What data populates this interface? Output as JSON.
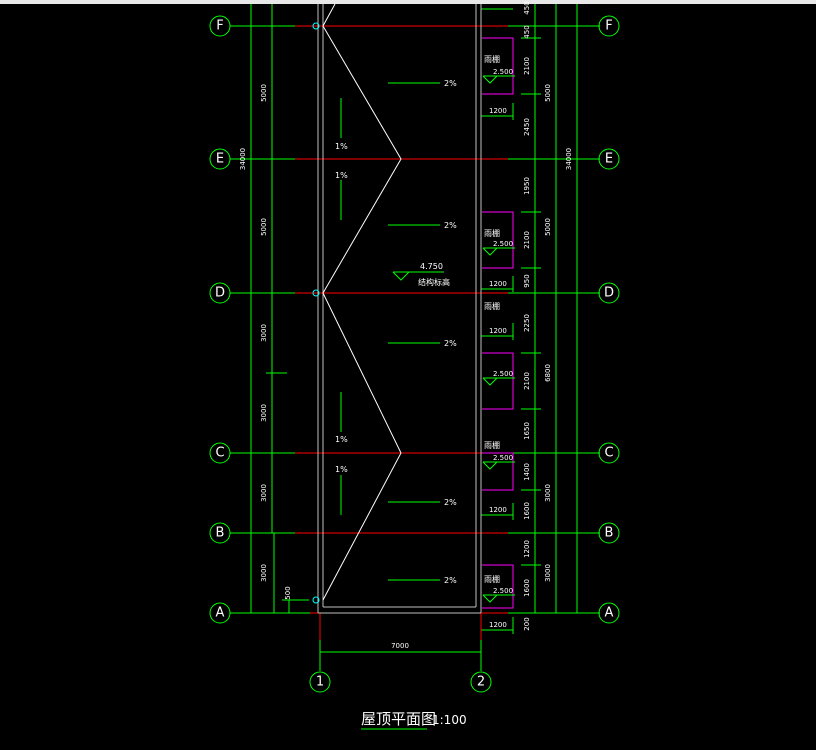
{
  "axes_rows": [
    "F",
    "E",
    "D",
    "C",
    "B",
    "A"
  ],
  "axes_cols": [
    "1",
    "2"
  ],
  "slopes": {
    "s2": "2%",
    "s1": "1%"
  },
  "elevation": {
    "value": "4.750",
    "label": "结构标高"
  },
  "canopy": {
    "label": "雨棚",
    "elev": "2.500",
    "width": "1200"
  },
  "dims_right_inner": [
    "450",
    "450",
    "2100",
    "2450",
    "1950",
    "2100",
    "950",
    "2250",
    "2100",
    "1650",
    "1400",
    "1600",
    "1200",
    "1600",
    "200"
  ],
  "dims_right_mid": [
    "5000",
    "5000",
    "6800",
    "3000",
    "3000"
  ],
  "dims_total": "34000",
  "dims_left": [
    "5000",
    "5000",
    "3000",
    "3000",
    "3000",
    "3000"
  ],
  "dim_offset": "500",
  "dim_bottom": "7000",
  "title": "屋顶平面图",
  "scale": "1:100",
  "colors": {
    "axis": "#00ff00",
    "wall": "#c0c0c0",
    "ridge": "#ffffff",
    "canopy": "#ff00ff",
    "grid_mid": "#ff0000"
  }
}
